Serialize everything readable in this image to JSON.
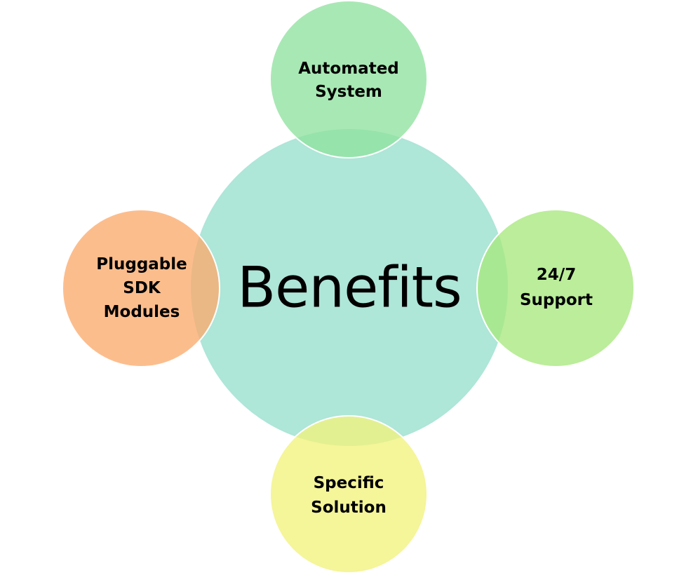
{
  "diagram": {
    "center": {
      "label": "Benefits",
      "color": "#aee6d8"
    },
    "nodes": [
      {
        "id": "top",
        "label": "Automated\nSystem",
        "color": "#8fe29f"
      },
      {
        "id": "right",
        "label": "24/7\nSupport",
        "color": "#a8e87e"
      },
      {
        "id": "bottom",
        "label": "Specific\nSolution",
        "color": "#f2f27e"
      },
      {
        "id": "left",
        "label": "Pluggable\nSDK\nModules",
        "color": "#fbaa6d"
      }
    ]
  }
}
